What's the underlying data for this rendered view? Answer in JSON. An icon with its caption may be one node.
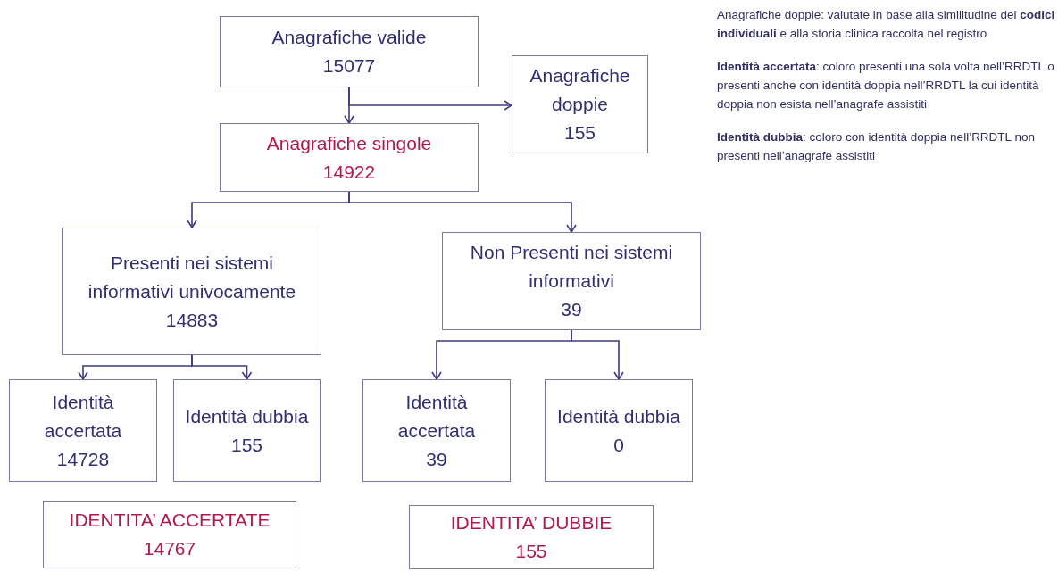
{
  "diagram": {
    "nodes": [
      {
        "text": [
          "Anagrafiche valide",
          "15077"
        ]
      },
      {
        "text": [
          "Anagrafiche doppie",
          "155"
        ]
      },
      {
        "text": [
          "Anagrafiche singole",
          "14922"
        ]
      },
      {
        "text": [
          "Presenti nei sistemi informativi univocamente",
          "14883"
        ]
      },
      {
        "text": [
          "Non Presenti nei sistemi informativi",
          "39"
        ]
      },
      {
        "text": [
          "Identità accertata",
          "14728"
        ]
      },
      {
        "text": [
          "Identità dubbia",
          "155"
        ]
      },
      {
        "text": [
          "Identità accertata",
          "39"
        ]
      },
      {
        "text": [
          "Identità dubbia",
          "0"
        ]
      },
      {
        "text": [
          "IDENTITA’ ACCERTATE",
          "14767"
        ]
      },
      {
        "text": [
          "IDENTITA’ DUBBIE",
          "155"
        ]
      }
    ],
    "edges": [
      {
        "from": 0,
        "to": 2,
        "arrow": "to"
      },
      {
        "from": 0,
        "to": 1,
        "arrow": "to"
      },
      {
        "from": 2,
        "to": 3,
        "arrow": "to"
      },
      {
        "from": 2,
        "to": 4,
        "arrow": "to"
      },
      {
        "from": 3,
        "to": 5,
        "arrow": "to"
      },
      {
        "from": 3,
        "to": 6,
        "arrow": "to"
      },
      {
        "from": 4,
        "to": 7,
        "arrow": "to"
      },
      {
        "from": 4,
        "to": 8,
        "arrow": "to"
      }
    ],
    "labels": [
      "Anagrafiche doppie: valutate in base alla similitudine dei **codici individuali** e alla storia clinica raccolta nel registro",
      "**Identità accertata**: coloro presenti una sola volta nell’RRDTL o presenti anche con identità doppia nell’RRDTL la cui identità doppia non esista nell’anagrafe assistiti",
      "**Identità dubbia**: coloro con identità doppia nell’RRDTL non presenti nell’anagrafe assistiti"
    ]
  }
}
